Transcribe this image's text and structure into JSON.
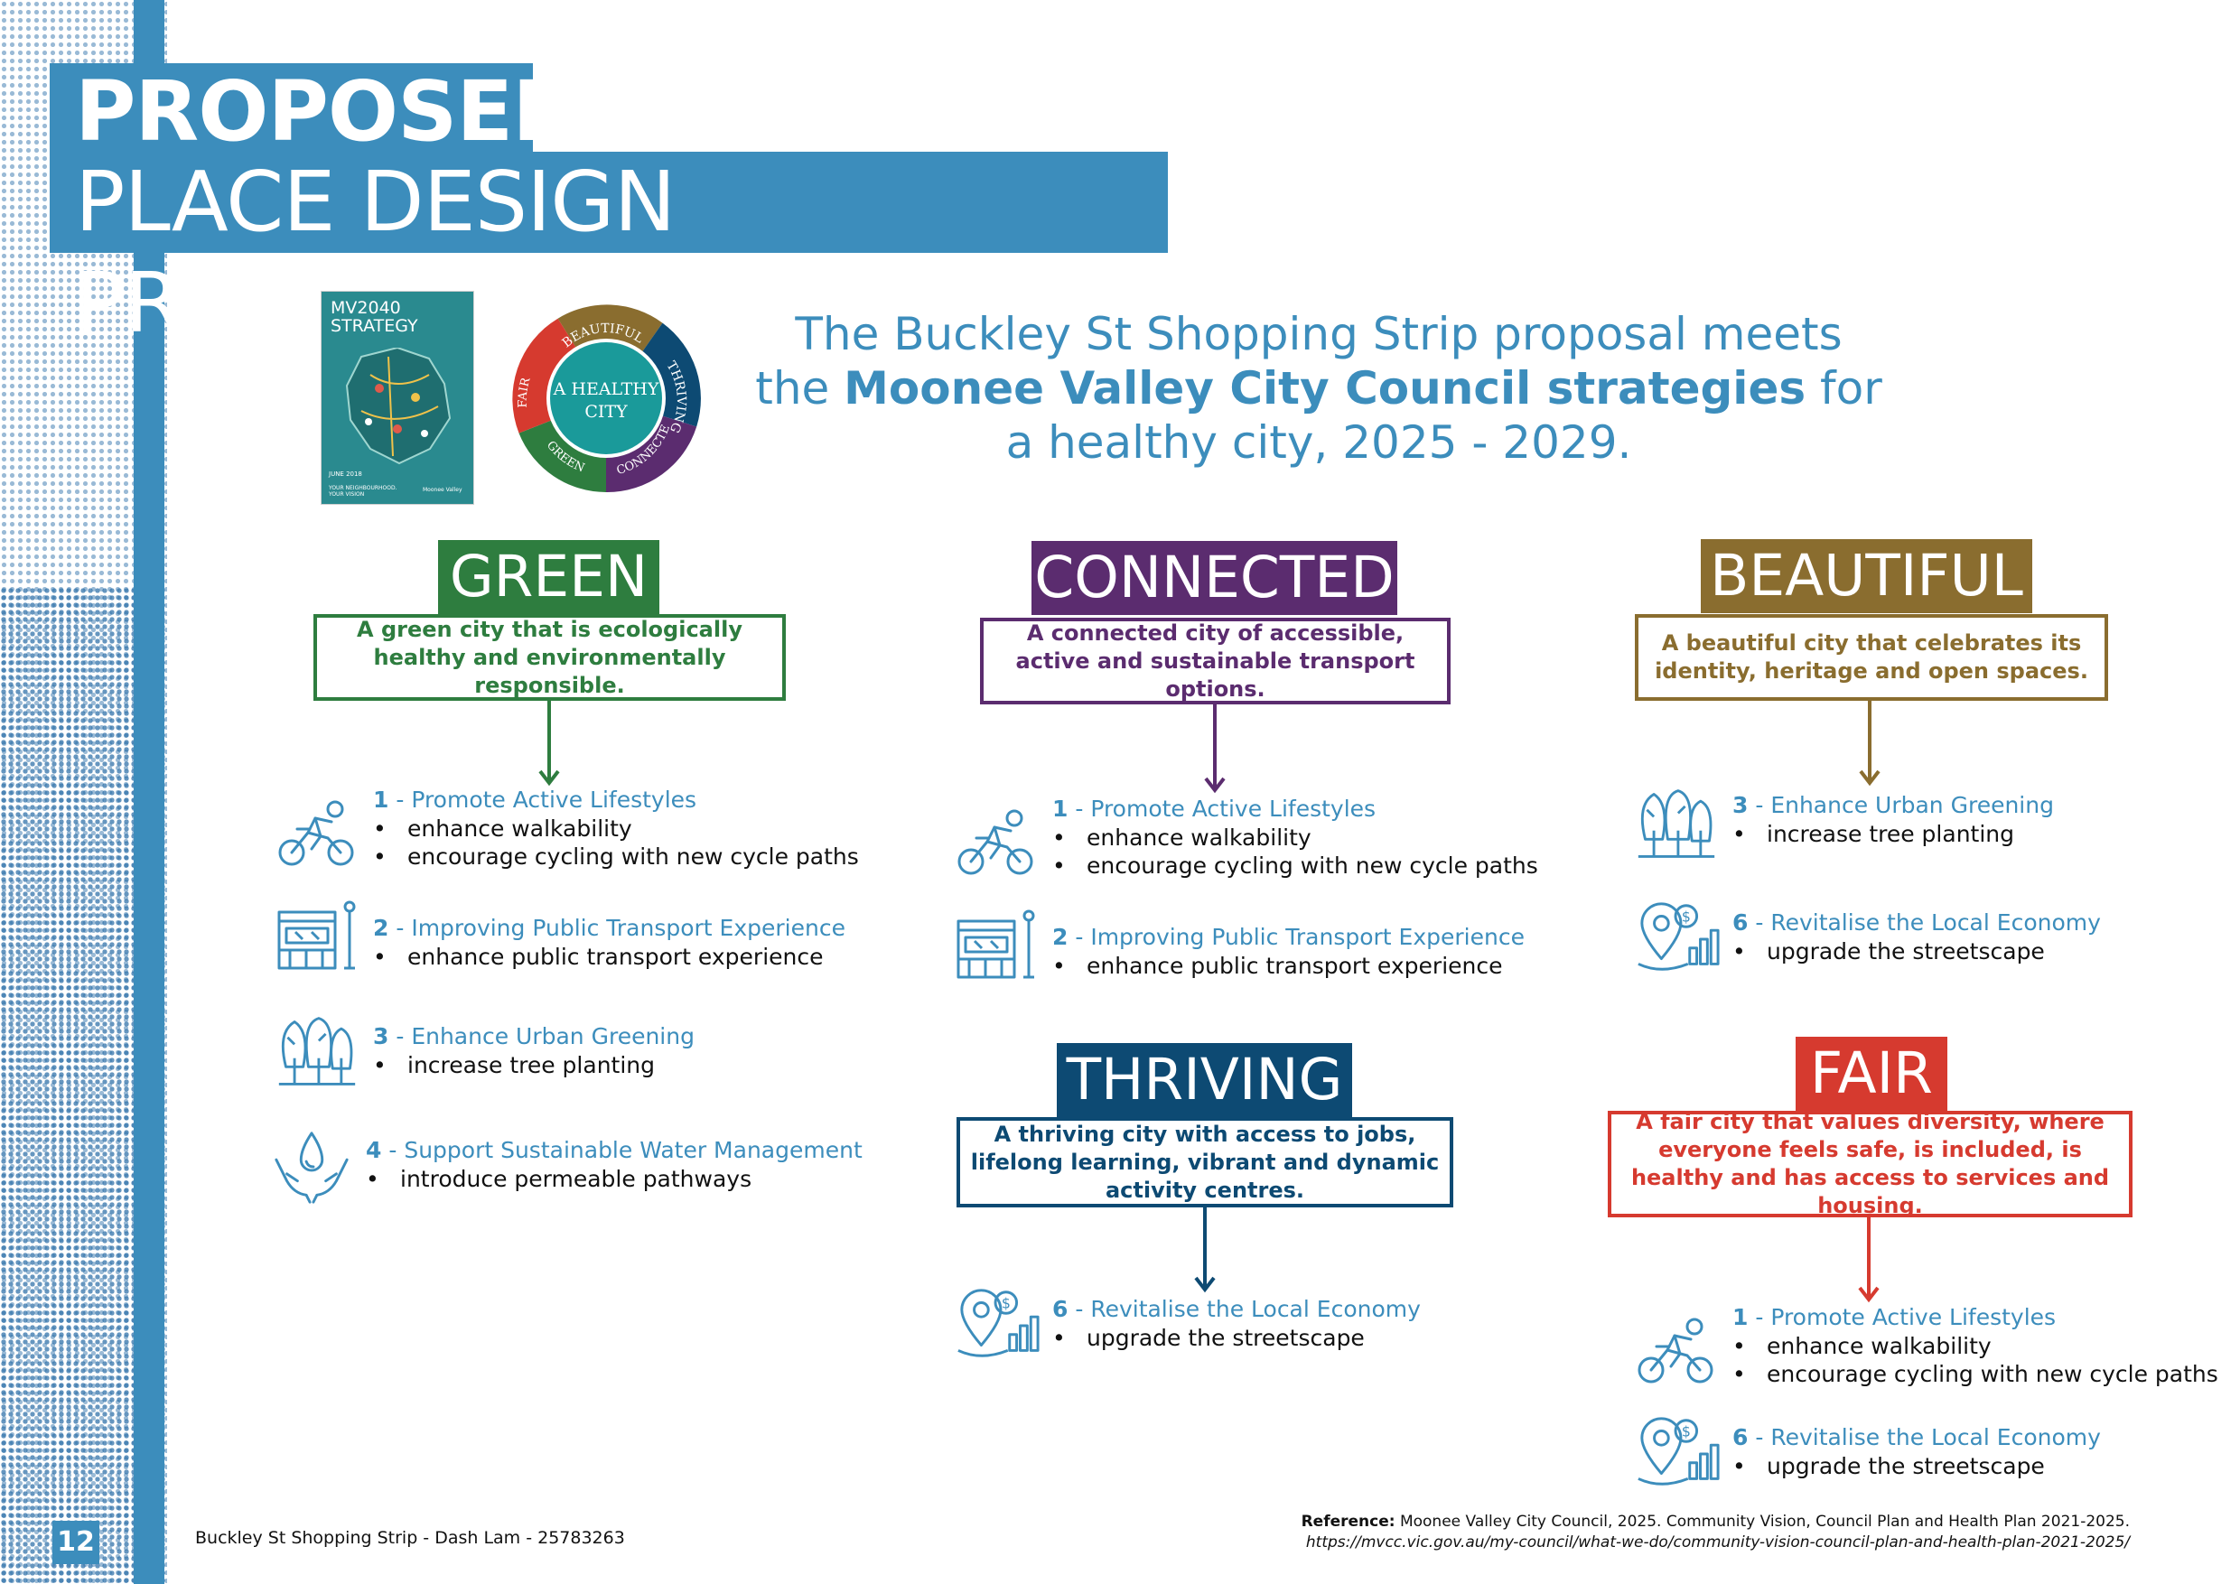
{
  "title": {
    "line1": "PROPOSED",
    "line2": "PLACE DESIGN PRINCIPLES"
  },
  "cover": {
    "title_line1": "MV2040",
    "title_line2": "STRATEGY",
    "date": "JUNE 2018",
    "tag_line1": "YOUR NEIGHBOURHOOD.",
    "tag_line2": "YOUR VISION",
    "brand": "Moonee Valley"
  },
  "wheel": {
    "center_line1": "A HEALTHY",
    "center_line2": "CITY",
    "segments": [
      "BEAUTIFUL",
      "THRIVING",
      "CONNECTED",
      "GREEN",
      "FAIR"
    ]
  },
  "intro": {
    "part1": "The Buckley St Shopping Strip proposal meets",
    "part2": "the ",
    "bold": "Moonee Valley City Council strategies",
    "part3": " for",
    "part4": "a healthy city, 2025 - 2029."
  },
  "colors": {
    "blue": "#3c8dbc",
    "green": "#2e7d3f",
    "purple": "#5b2c6f",
    "brown": "#8a6d2f",
    "navy": "#0d4a73",
    "red": "#d63a2f"
  },
  "principles": {
    "green": {
      "title": "GREEN",
      "desc": "A green city that is ecologically healthy and environmentally responsible."
    },
    "connected": {
      "title": "CONNECTED",
      "desc": "A connected city of  accessible, active and sustainable transport options."
    },
    "beautiful": {
      "title": "BEAUTIFUL",
      "desc": "A beautiful city that celebrates its identity, heritage and open spaces."
    },
    "thriving": {
      "title": "THRIVING",
      "desc": "A thriving city with access to jobs, lifelong learning, vibrant and dynamic activity centres."
    },
    "fair": {
      "title": "FAIR",
      "desc": "A fair city that values diversity, where everyone feels safe, is included, is healthy and has access to services and housing."
    }
  },
  "items": {
    "g1": {
      "num": "1",
      "label": " - Promote Active Lifestyles",
      "bullets": [
        "enhance walkability",
        "encourage cycling with new cycle paths"
      ],
      "icon": "cyclist-icon"
    },
    "g2": {
      "num": "2",
      "label": " - Improving Public Transport Experience",
      "bullets": [
        "enhance public transport experience"
      ],
      "icon": "tram-stop-icon"
    },
    "g3": {
      "num": "3",
      "label": " - Enhance Urban Greening",
      "bullets": [
        "increase tree planting"
      ],
      "icon": "trees-icon"
    },
    "g4": {
      "num": "4",
      "label": " - Support Sustainable Water Management",
      "bullets": [
        "introduce permeable pathways"
      ],
      "icon": "water-hands-icon"
    },
    "c1": {
      "num": "1",
      "label": " - Promote Active Lifestyles",
      "bullets": [
        "enhance walkability",
        "encourage cycling with new cycle paths"
      ],
      "icon": "cyclist-icon"
    },
    "c2": {
      "num": "2",
      "label": " - Improving Public Transport Experience",
      "bullets": [
        "enhance public transport experience"
      ],
      "icon": "tram-stop-icon"
    },
    "b3": {
      "num": "3",
      "label": " - Enhance Urban Greening",
      "bullets": [
        "increase tree planting"
      ],
      "icon": "trees-icon"
    },
    "b6": {
      "num": "6",
      "label": " - Revitalise the Local Economy",
      "bullets": [
        "upgrade the streetscape"
      ],
      "icon": "economy-icon"
    },
    "t6": {
      "num": "6",
      "label": " - Revitalise the Local Economy",
      "bullets": [
        "upgrade the streetscape"
      ],
      "icon": "economy-icon"
    },
    "f1": {
      "num": "1",
      "label": " - Promote Active Lifestyles",
      "bullets": [
        "enhance walkability",
        "encourage cycling with new cycle paths"
      ],
      "icon": "cyclist-icon"
    },
    "f6": {
      "num": "6",
      "label": " - Revitalise the Local Economy",
      "bullets": [
        "upgrade the streetscape"
      ],
      "icon": "economy-icon"
    }
  },
  "footer": {
    "page": "12",
    "text": "Buckley St Shopping Strip - Dash Lam - 25783263"
  },
  "reference": {
    "label": "Reference:",
    "text": " Moonee Valley City Council, 2025. Community Vision, Council Plan and Health Plan 2021-2025.",
    "url": "https://mvcc.vic.gov.au/my-council/what-we-do/community-vision-council-plan-and-health-plan-2021-2025/"
  }
}
